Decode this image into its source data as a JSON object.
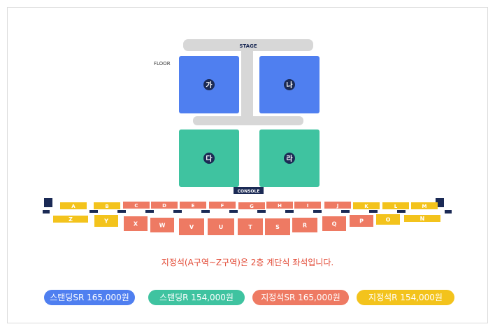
{
  "stage": {
    "label": "STAGE"
  },
  "floor": {
    "label": "FLOOR"
  },
  "floor_sections": [
    {
      "label": "가",
      "color": "#4f7ff0"
    },
    {
      "label": "나",
      "color": "#4f7ff0"
    },
    {
      "label": "다",
      "color": "#3fc3a0"
    },
    {
      "label": "라",
      "color": "#3fc3a0"
    }
  ],
  "console": {
    "label": "CONSOLE"
  },
  "upper_row": [
    "A",
    "B",
    "C",
    "D",
    "E",
    "F",
    "G",
    "H",
    "I",
    "J",
    "K",
    "L",
    "M"
  ],
  "lower_row": [
    "Z",
    "Y",
    "X",
    "W",
    "V",
    "U",
    "T",
    "S",
    "R",
    "Q",
    "P",
    "O",
    "N"
  ],
  "colors": {
    "yellow": "#f3c31c",
    "coral": "#ee7a63",
    "navy": "#1b2a55",
    "gray": "#d7d7d7",
    "blue": "#4f7ff0",
    "green": "#3fc3a0"
  },
  "note": "지정석(A구역~Z구역)은 2층 계단식 좌석입니다.",
  "legend": [
    {
      "label": "스탠딩SR 165,000원",
      "color": "#4f7ff0"
    },
    {
      "label": "스탠딩R 154,000원",
      "color": "#3fc3a0"
    },
    {
      "label": "지정석SR 165,000원",
      "color": "#ee7a63"
    },
    {
      "label": "지정석R 154,000원",
      "color": "#f3c31c"
    }
  ]
}
